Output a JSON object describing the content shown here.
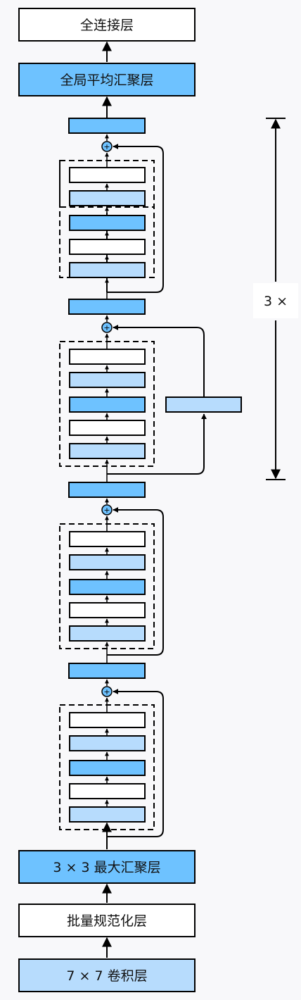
{
  "labels": {
    "fc": "全连接层",
    "global_avg_pool": "全局平均汇聚层",
    "max_pool": "3 × 3 最大汇聚层",
    "batch_norm": "批量规范化层",
    "conv7": "7 × 7 卷积层",
    "repeat": "3 ×"
  },
  "colors": {
    "dark_blue": "#6ec2ff",
    "light_blue": "#b7dcfd",
    "white": "#ffffff",
    "stroke": "#000000",
    "background": "#f8f8fa"
  }
}
